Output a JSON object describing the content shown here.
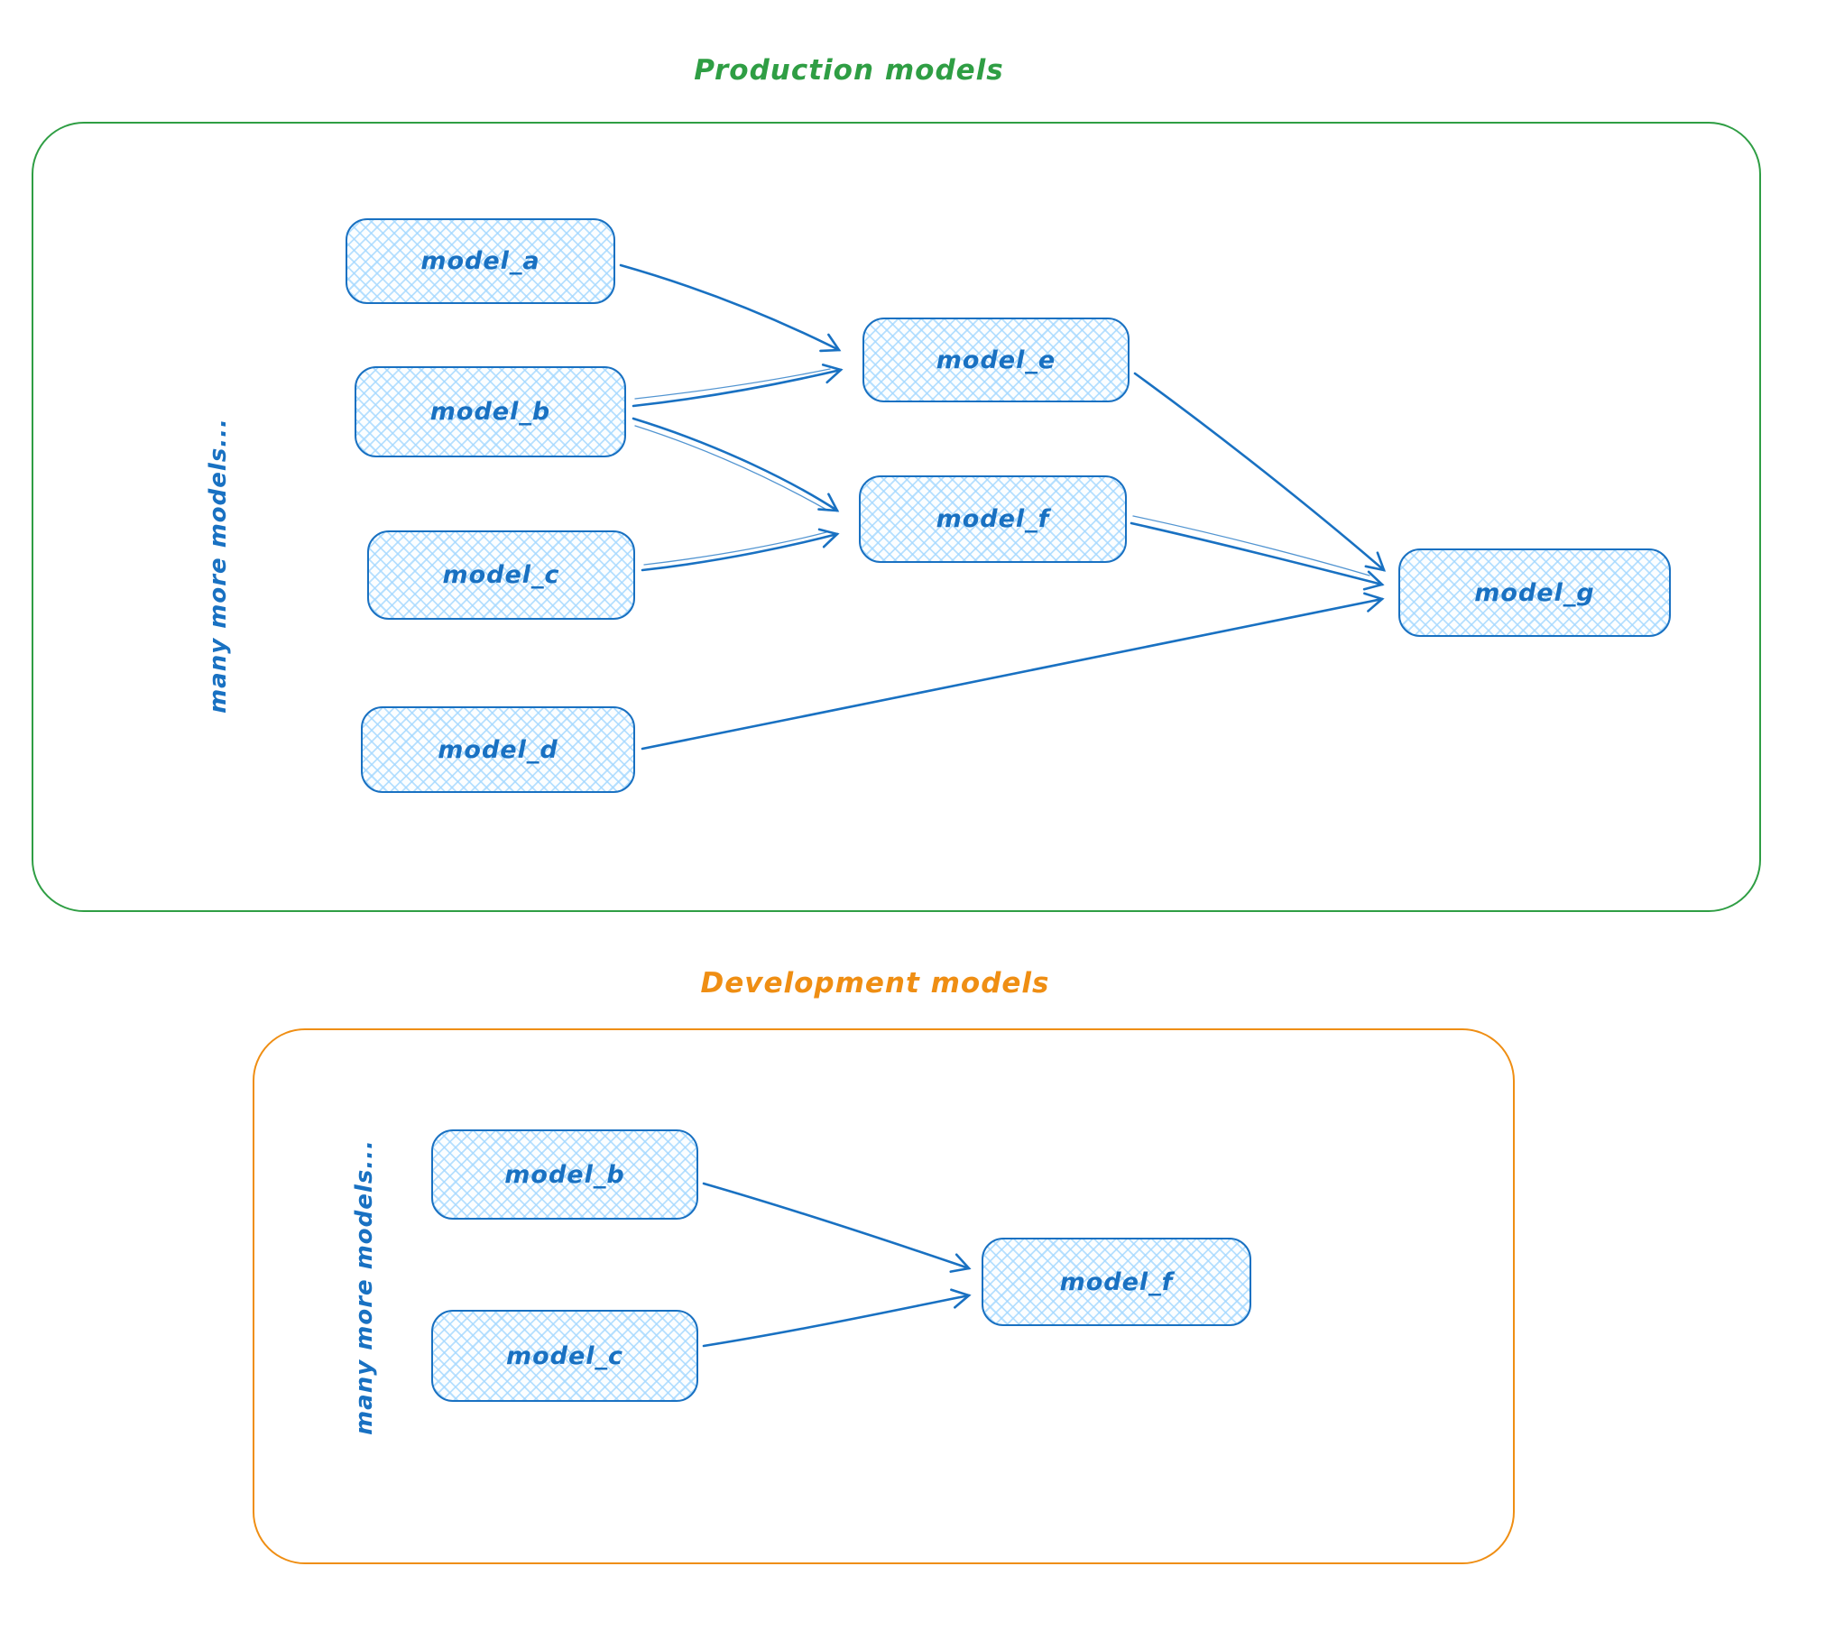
{
  "diagram": {
    "production": {
      "title": "Production models",
      "side_label": "many more models...",
      "nodes": {
        "a": "model_a",
        "b": "model_b",
        "c": "model_c",
        "d": "model_d",
        "e": "model_e",
        "f": "model_f",
        "g": "model_g"
      },
      "edges": [
        {
          "from": "model_a",
          "to": "model_e"
        },
        {
          "from": "model_b",
          "to": "model_e"
        },
        {
          "from": "model_b",
          "to": "model_f"
        },
        {
          "from": "model_c",
          "to": "model_f"
        },
        {
          "from": "model_e",
          "to": "model_g"
        },
        {
          "from": "model_f",
          "to": "model_g"
        },
        {
          "from": "model_d",
          "to": "model_g"
        }
      ]
    },
    "development": {
      "title": "Development models",
      "side_label": "many more models...",
      "nodes": {
        "b": "model_b",
        "c": "model_c",
        "f": "model_f"
      },
      "edges": [
        {
          "from": "model_b",
          "to": "model_f"
        },
        {
          "from": "model_c",
          "to": "model_f"
        }
      ]
    },
    "colors": {
      "node_stroke": "#1971c2",
      "node_fill": "#a5d8ff",
      "production_border": "#2f9e44",
      "production_title": "#2f9e44",
      "development_border": "#ef8e13",
      "development_title": "#ef8e13",
      "background": "#ffffff"
    }
  }
}
